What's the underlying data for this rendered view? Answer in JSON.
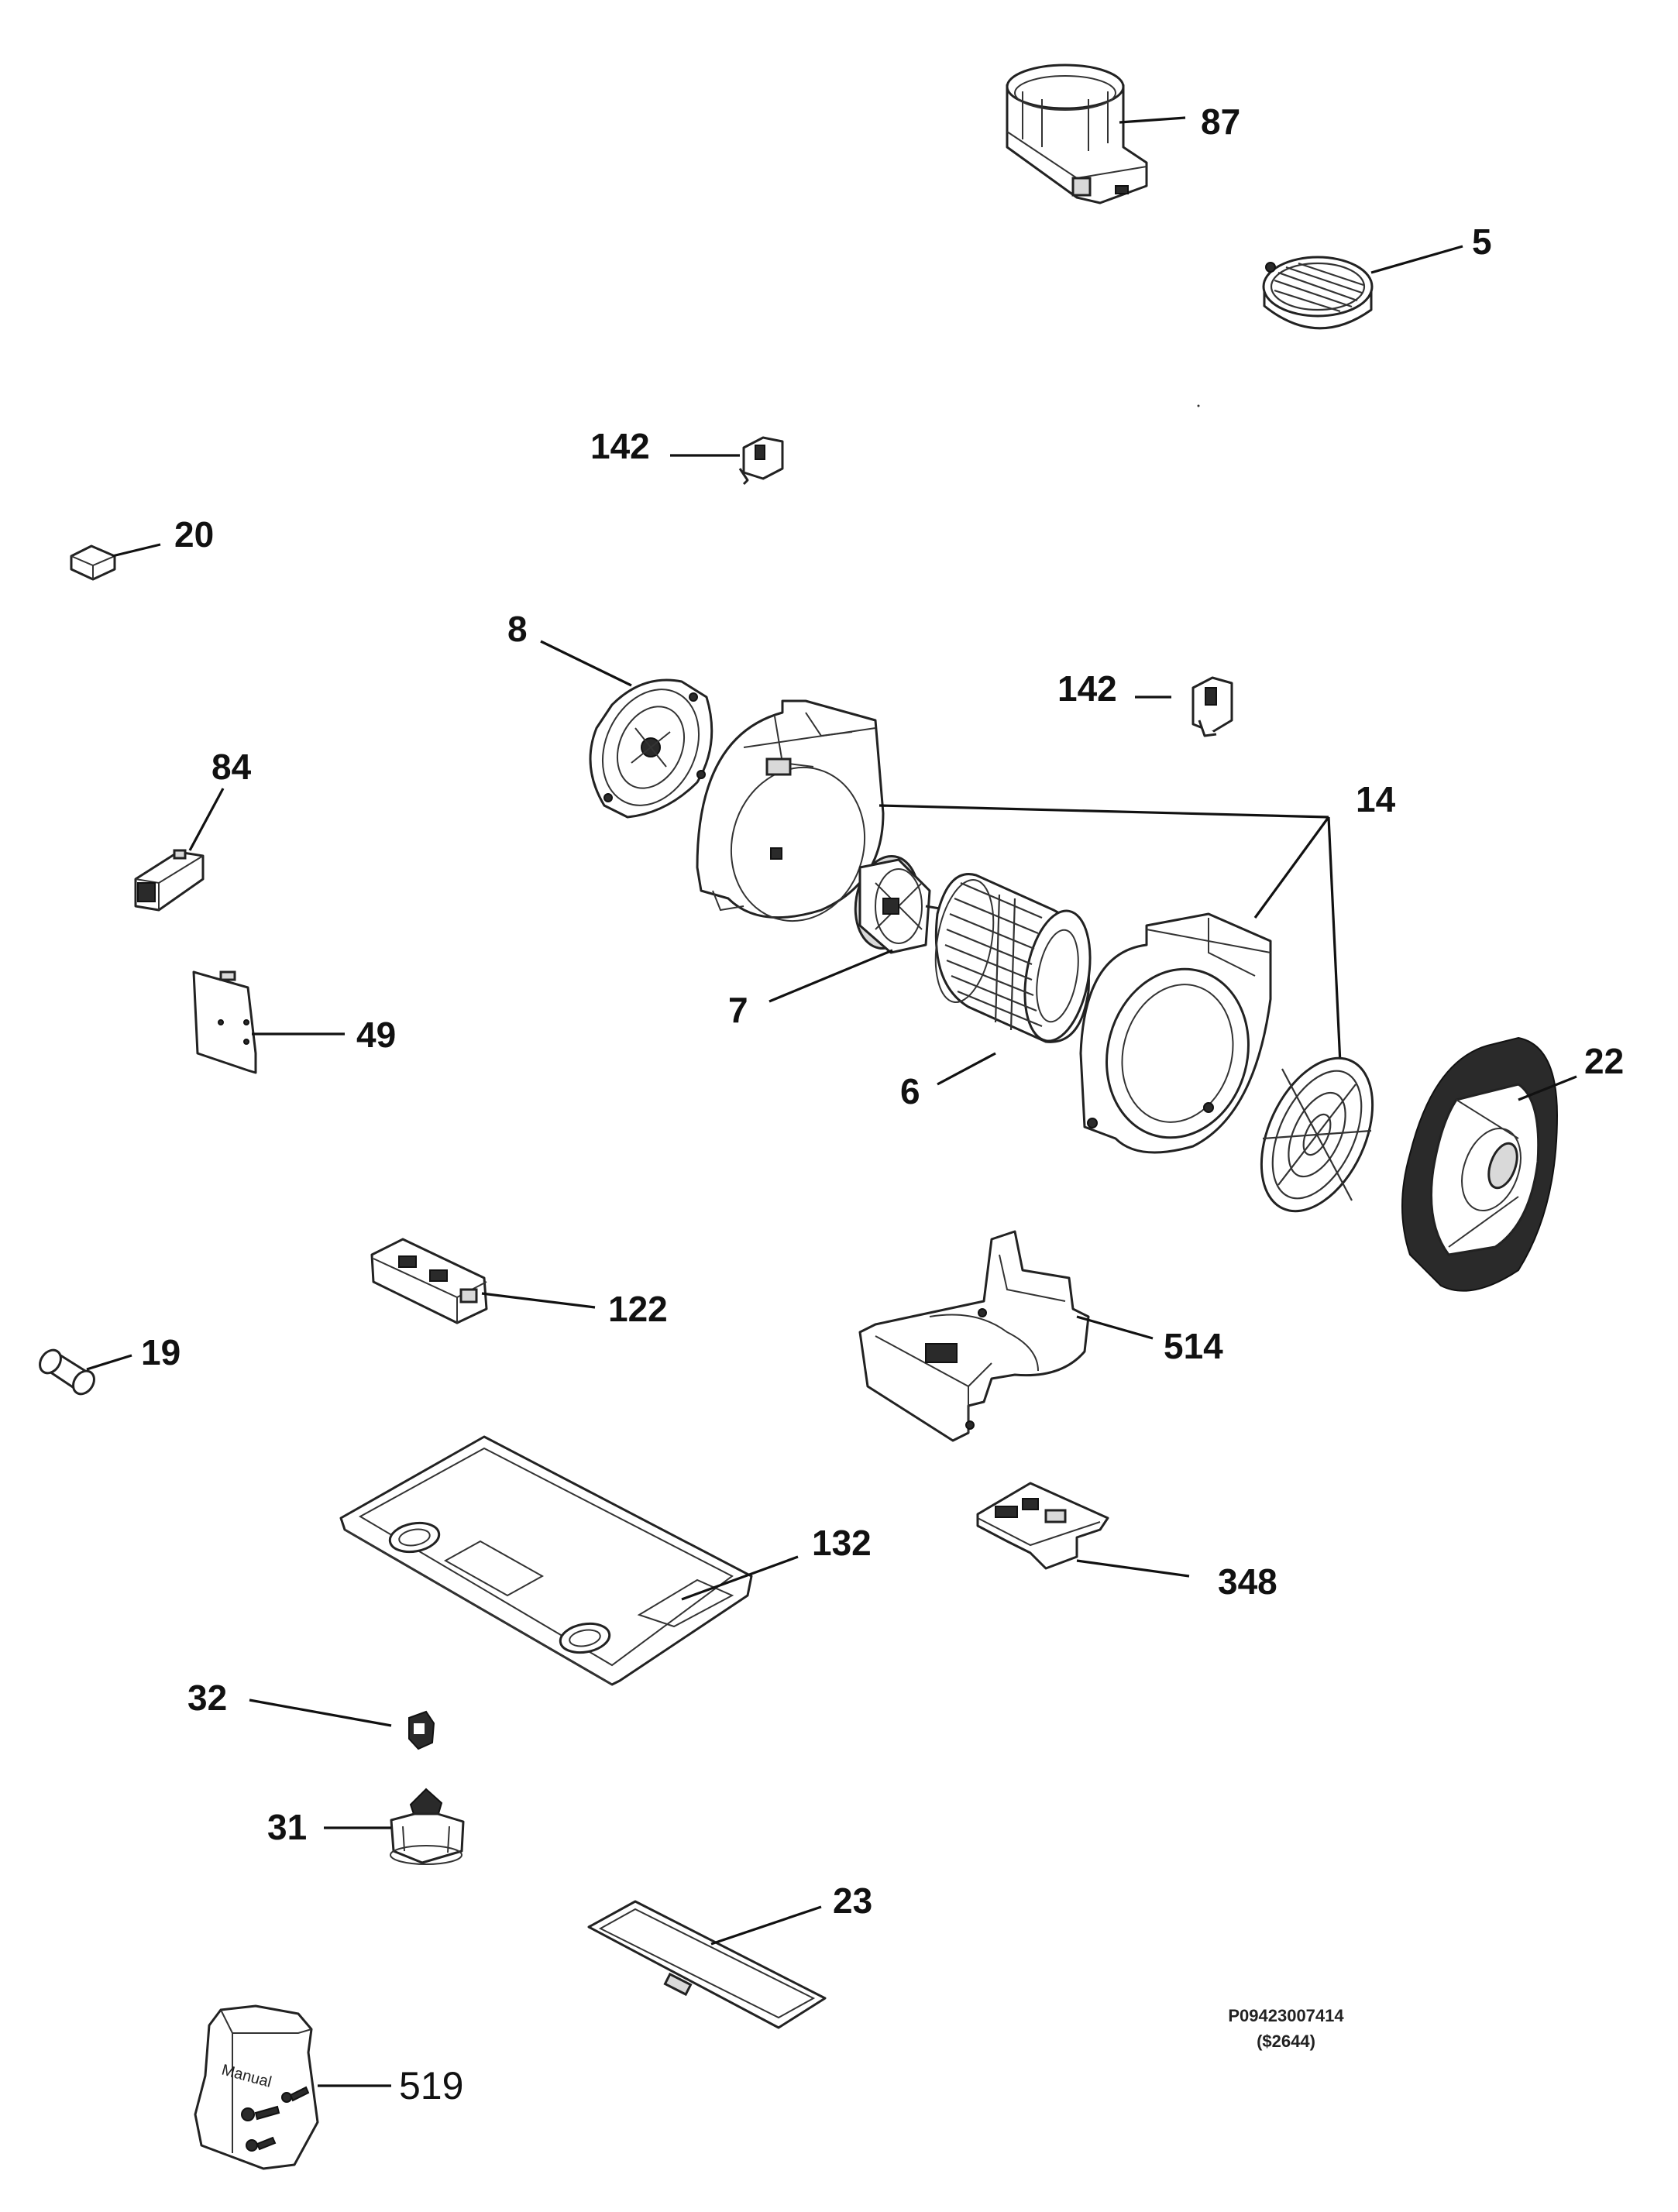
{
  "diagram": {
    "callouts": [
      {
        "id": "87",
        "label": "87"
      },
      {
        "id": "5",
        "label": "5"
      },
      {
        "id": "142a",
        "label": "142"
      },
      {
        "id": "20",
        "label": "20"
      },
      {
        "id": "8",
        "label": "8"
      },
      {
        "id": "142b",
        "label": "142"
      },
      {
        "id": "84",
        "label": "84"
      },
      {
        "id": "14",
        "label": "14"
      },
      {
        "id": "7",
        "label": "7"
      },
      {
        "id": "49",
        "label": "49"
      },
      {
        "id": "6",
        "label": "6"
      },
      {
        "id": "22",
        "label": "22"
      },
      {
        "id": "122",
        "label": "122"
      },
      {
        "id": "19",
        "label": "19"
      },
      {
        "id": "514",
        "label": "514"
      },
      {
        "id": "132",
        "label": "132"
      },
      {
        "id": "348",
        "label": "348"
      },
      {
        "id": "32",
        "label": "32"
      },
      {
        "id": "31",
        "label": "31"
      },
      {
        "id": "23",
        "label": "23"
      },
      {
        "id": "519",
        "label": "519"
      }
    ],
    "bag_text": "Manual",
    "reference_code": "P09423007414",
    "reference_price": "($2644)"
  }
}
